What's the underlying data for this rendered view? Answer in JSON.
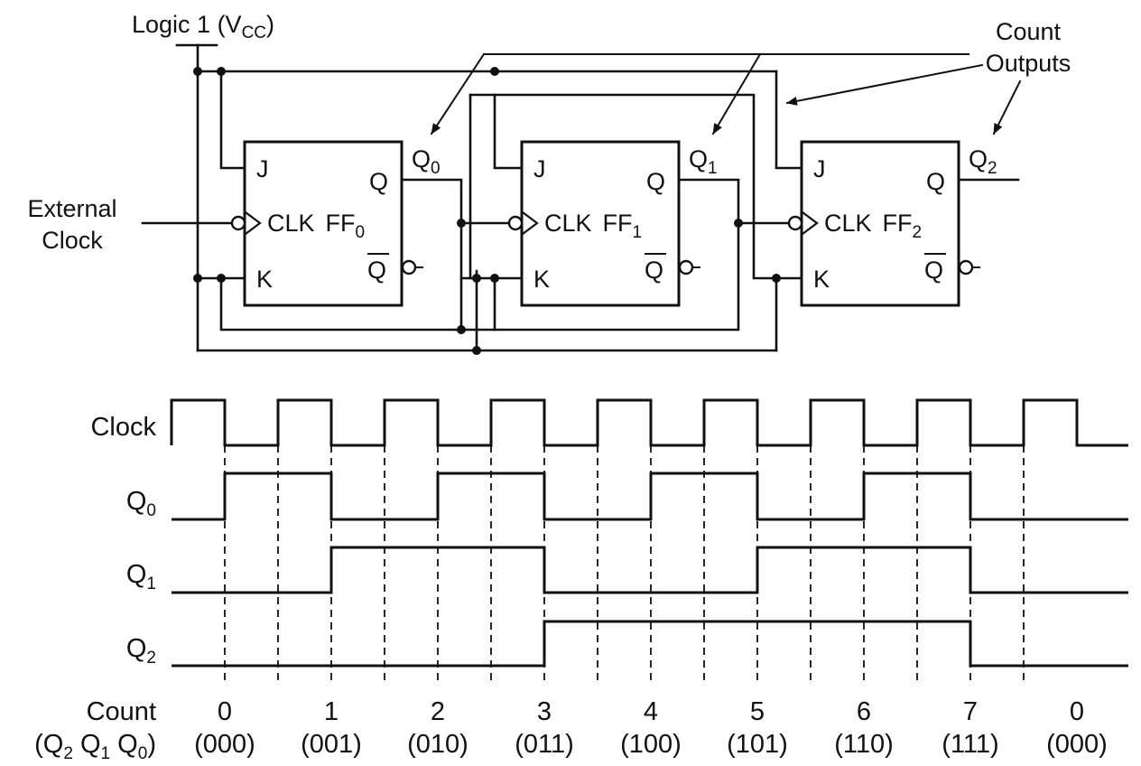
{
  "supply_label": "Logic 1 (V",
  "supply_sub": "CC",
  "supply_close": ")",
  "annotation_line1": "Count",
  "annotation_line2": "Outputs",
  "clock_input_line1": "External",
  "clock_input_line2": "Clock",
  "flip_flops": [
    {
      "name": "FF",
      "index": "0",
      "output": "Q",
      "output_sub": "0",
      "j": "J",
      "k": "K",
      "clk": "CLK",
      "q": "Q",
      "qbar": "Q"
    },
    {
      "name": "FF",
      "index": "1",
      "output": "Q",
      "output_sub": "1",
      "j": "J",
      "k": "K",
      "clk": "CLK",
      "q": "Q",
      "qbar": "Q"
    },
    {
      "name": "FF",
      "index": "2",
      "output": "Q",
      "output_sub": "2",
      "j": "J",
      "k": "K",
      "clk": "CLK",
      "q": "Q",
      "qbar": "Q"
    }
  ],
  "timing": {
    "signals": [
      {
        "label": "Clock",
        "sub": ""
      },
      {
        "label": "Q",
        "sub": "0"
      },
      {
        "label": "Q",
        "sub": "1"
      },
      {
        "label": "Q",
        "sub": "2"
      }
    ],
    "count_label": "Count",
    "bits_label": {
      "open": "(Q",
      "s2": "2",
      "q1": " Q",
      "s1": "1",
      "q0": " Q",
      "s0": "0",
      "close": ")"
    },
    "counts": [
      {
        "value": "0",
        "binary": "(000)"
      },
      {
        "value": "1",
        "binary": "(001)"
      },
      {
        "value": "2",
        "binary": "(010)"
      },
      {
        "value": "3",
        "binary": "(011)"
      },
      {
        "value": "4",
        "binary": "(100)"
      },
      {
        "value": "5",
        "binary": "(101)"
      },
      {
        "value": "6",
        "binary": "(110)"
      },
      {
        "value": "7",
        "binary": "(111)"
      },
      {
        "value": "0",
        "binary": "(000)"
      }
    ]
  }
}
